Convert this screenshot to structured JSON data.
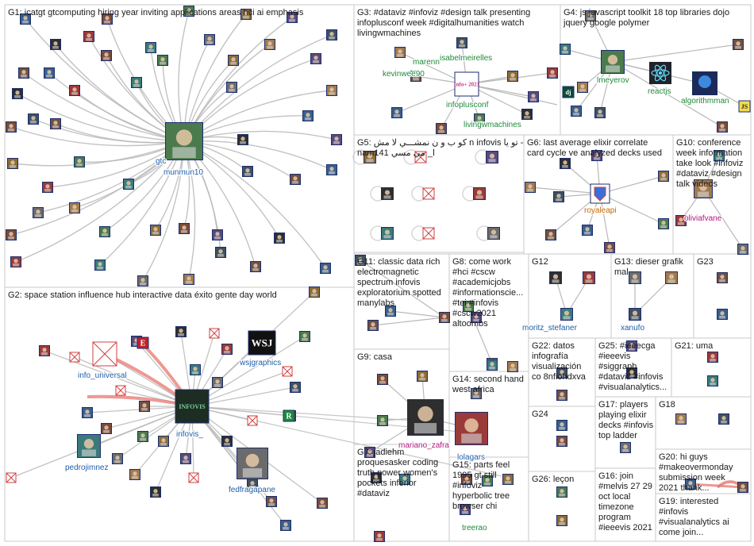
{
  "colors": {
    "panel_border": "#c8c8c8",
    "edge": "#b9b9b9",
    "edge_red": "#e8766f",
    "label_blue": "#1f5fa8",
    "label_green": "#1f8a3a",
    "label_orange": "#c46a00",
    "label_magenta": "#b0177f"
  },
  "groups": [
    {
      "id": "G1",
      "lines": [
        "G1: icatgt gtcomputing hiring year inviting applications areas hci ai emphasis"
      ]
    },
    {
      "id": "G2",
      "lines": [
        "G2: space station influence hub interactive data éxito gente day world"
      ]
    },
    {
      "id": "G3",
      "lines": [
        "G3: #dataviz #infoviz #design talk presenting",
        "infoplusconf week #digitalhumanities watch",
        "livingwmachines"
      ]
    },
    {
      "id": "G4",
      "lines": [
        "G4: js javascript toolkit 18 top libraries dojo",
        "jquery google polymer"
      ]
    },
    {
      "id": "G5",
      "lines": [
        "G5: ﻛﻮ ب و ن ﻧﻤﺸـــﻲ ﻻ ﻣﺶ n infovis ﺗﻮ ﻳﺎ -",
        "nam141 ﺍ_ ﻣﻲ ﻣﺴﻲ"
      ]
    },
    {
      "id": "G6",
      "lines": [
        "G6: last average elixir correlate",
        "card cycle ve analyzed decks used"
      ]
    },
    {
      "id": "G10",
      "lines": [
        "G10: conference",
        "week information",
        "take look #infoviz",
        "#dataviz #design",
        "talk videos"
      ]
    },
    {
      "id": "G11",
      "lines": [
        "G11: classic data rich",
        "electromagnetic",
        "spectrum infovis",
        "exploratorium spotted",
        "manylabs"
      ]
    },
    {
      "id": "G8",
      "lines": [
        "G8: come work",
        "#hci #cscw",
        "#academicjobs",
        "#informationscie...",
        "#tei #infovis",
        "#cscw2021",
        "altoombs"
      ]
    },
    {
      "id": "G12",
      "lines": [
        "G12"
      ]
    },
    {
      "id": "G13",
      "lines": [
        "G13: dieser grafik",
        "mal"
      ]
    },
    {
      "id": "G23",
      "lines": [
        "G23"
      ]
    },
    {
      "id": "G9",
      "lines": [
        "G9: casa"
      ]
    },
    {
      "id": "G14",
      "lines": [
        "G14: second hand",
        "west africa"
      ]
    },
    {
      "id": "G22",
      "lines": [
        "G22: datos",
        "infografía",
        "visualización",
        "co 8nfiohdxva"
      ]
    },
    {
      "id": "G25",
      "lines": [
        "G25: #ieeecga",
        "#ieeevis",
        "#siggraph",
        "#dataviz #infovis",
        "#visualanalytics..."
      ]
    },
    {
      "id": "G21",
      "lines": [
        "G21: uma"
      ]
    },
    {
      "id": "G17",
      "lines": [
        "G17: players",
        "playing elixir",
        "decks #infovis",
        "top ladder"
      ]
    },
    {
      "id": "G18",
      "lines": [
        "G18"
      ]
    },
    {
      "id": "G24",
      "lines": [
        "G24"
      ]
    },
    {
      "id": "G7",
      "lines": [
        "G7: jadiehm",
        "proquesasker coding",
        "truth power women's",
        "pockets inferior",
        "#dataviz"
      ]
    },
    {
      "id": "G15",
      "lines": [
        "G15: parts feel",
        "1995 gt still",
        "#infoviz",
        "hyperbolic tree",
        "browser chi"
      ]
    },
    {
      "id": "G26",
      "lines": [
        "G26: leçon"
      ]
    },
    {
      "id": "G16",
      "lines": [
        "G16: join",
        "#melvis 27 29",
        "oct local",
        "timezone",
        "program",
        "#ieeevis 2021"
      ]
    },
    {
      "id": "G20",
      "lines": [
        "G20: hi guys",
        "#makeovermonday",
        "submission week",
        "2021 thank..."
      ]
    },
    {
      "id": "G19",
      "lines": [
        "G19: interested",
        "#infovis",
        "#visualanalytics ai",
        "come join..."
      ]
    }
  ],
  "vertex_labels": [
    {
      "id": "gtc",
      "text": "gtc",
      "color": "blue"
    },
    {
      "id": "munmun10",
      "text": "munmun10",
      "color": "blue"
    },
    {
      "id": "info_universal",
      "text": "info_universal",
      "color": "blue"
    },
    {
      "id": "infovis_",
      "text": "infovis_",
      "color": "blue"
    },
    {
      "id": "wsjgraphics",
      "text": "wsjgraphics",
      "color": "blue"
    },
    {
      "id": "pedrojimnez",
      "text": "pedrojimnez",
      "color": "blue"
    },
    {
      "id": "fedfragapane",
      "text": "fedfragapane",
      "color": "blue"
    },
    {
      "id": "marenn",
      "text": "marenn",
      "color": "green"
    },
    {
      "id": "isabelmeirelles",
      "text": "isabelmeirelles",
      "color": "green"
    },
    {
      "id": "kevinwee90",
      "text": "kevinwee90",
      "color": "green"
    },
    {
      "id": "infoplusconf",
      "text": "infoplusconf",
      "color": "green"
    },
    {
      "id": "livingwmachines",
      "text": "livingwmachines",
      "color": "green"
    },
    {
      "id": "lmeyerov",
      "text": "lmeyerov",
      "color": "green"
    },
    {
      "id": "reactjs",
      "text": "reactjs",
      "color": "green"
    },
    {
      "id": "algorithmman",
      "text": "algorithmman",
      "color": "green"
    },
    {
      "id": "royaleapi",
      "text": "royaleapi",
      "color": "orange"
    },
    {
      "id": "oliviafvane",
      "text": "oliviafvane",
      "color": "magenta"
    },
    {
      "id": "moritz_stefaner",
      "text": "moritz_stefaner",
      "color": "blue"
    },
    {
      "id": "xanufo",
      "text": "xanufo",
      "color": "blue"
    },
    {
      "id": "mariano_zafra",
      "text": "mariano_zafra",
      "color": "magenta"
    },
    {
      "id": "lolagars",
      "text": "lolagars",
      "color": "blue"
    },
    {
      "id": "treerao",
      "text": "treerao",
      "color": "green"
    }
  ],
  "icons": {
    "wsj": "WSJ",
    "infovis_logo": "INFOVIS",
    "infoplus_logo": "Info+ 2021",
    "dj": "dj",
    "js": "JS",
    "r_logo": "R",
    "e_logo": "E"
  }
}
